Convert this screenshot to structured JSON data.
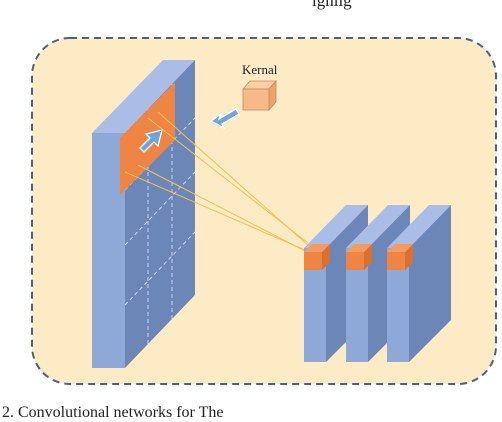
{
  "diagram": {
    "kernel_label": "Kernal"
  },
  "text_fragments": {
    "top": "ighlig",
    "bottom": "2.     Convolutional     networks     for              The"
  },
  "colors": {
    "background_panel": "#fcebc4",
    "panel_border": "#4e6378",
    "layer_front": "#8ea8d8",
    "layer_side": "#6d86b8",
    "layer_top": "#a9bde6",
    "kernel_front": "#f7b987",
    "kernel_top": "#fbd0a8",
    "kernel_side": "#e9a36e",
    "receptive_field": "#ee8544",
    "projection_lines": "#f2c24c",
    "arrow": "#6fa4dc"
  }
}
